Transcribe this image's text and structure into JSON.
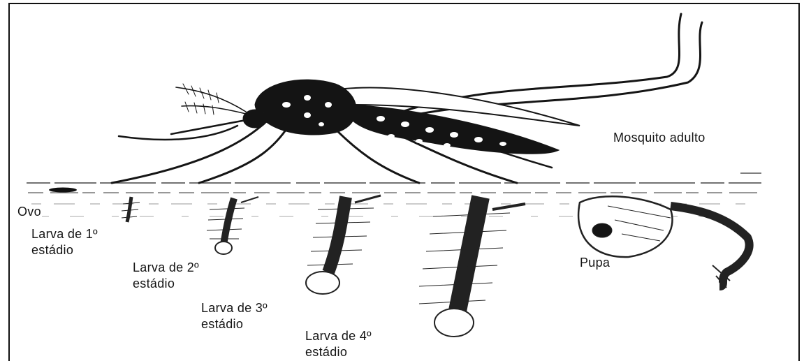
{
  "diagram": {
    "stages": [
      {
        "key": "adult",
        "lines": [
          "Mosquito adulto"
        ]
      },
      {
        "key": "egg",
        "lines": [
          "Ovo"
        ]
      },
      {
        "key": "larva1",
        "lines": [
          "Larva de 1º",
          "estádio"
        ]
      },
      {
        "key": "larva2",
        "lines": [
          "Larva de 2º",
          "estádio"
        ]
      },
      {
        "key": "larva3",
        "lines": [
          "Larva de 3º",
          "estádio"
        ]
      },
      {
        "key": "larva4",
        "lines": [
          "Larva de 4º",
          "estádio"
        ]
      },
      {
        "key": "pupa",
        "lines": [
          "Pupa"
        ]
      }
    ],
    "colors": {
      "ink": "#141414",
      "water": "#555555",
      "background": "#ffffff"
    }
  }
}
